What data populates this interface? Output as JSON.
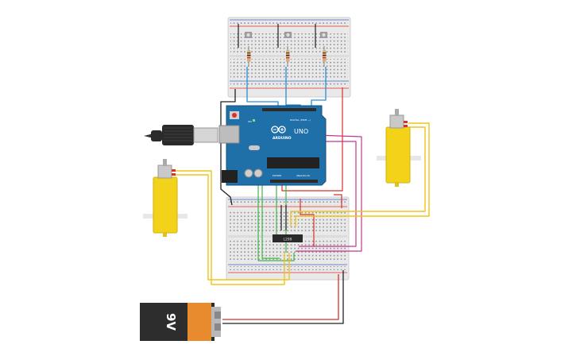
{
  "arduino": {
    "brand": "ARDUINO",
    "model": "UNO",
    "digital": "DIGITAL (PWM ~)",
    "power": "POWER",
    "analog": "ANALOG IN",
    "on": "ON"
  },
  "driver_chip": {
    "label": "L298"
  },
  "battery": {
    "label": "9V"
  },
  "icons": [
    "usb-plug-icon",
    "reset-button-icon",
    "arduino-logo-icon",
    "battery-icon",
    "motor-icon",
    "pushbutton-icon",
    "resistor-icon"
  ],
  "wire_colors": {
    "black": "#222222",
    "red": "#d9302a",
    "blue": "#2a8fd4",
    "green": "#43b649",
    "yellow": "#f0c419",
    "magenta": "#c2388f"
  },
  "board_color": "#1f6fa8",
  "motor_color": "#f3d21a"
}
